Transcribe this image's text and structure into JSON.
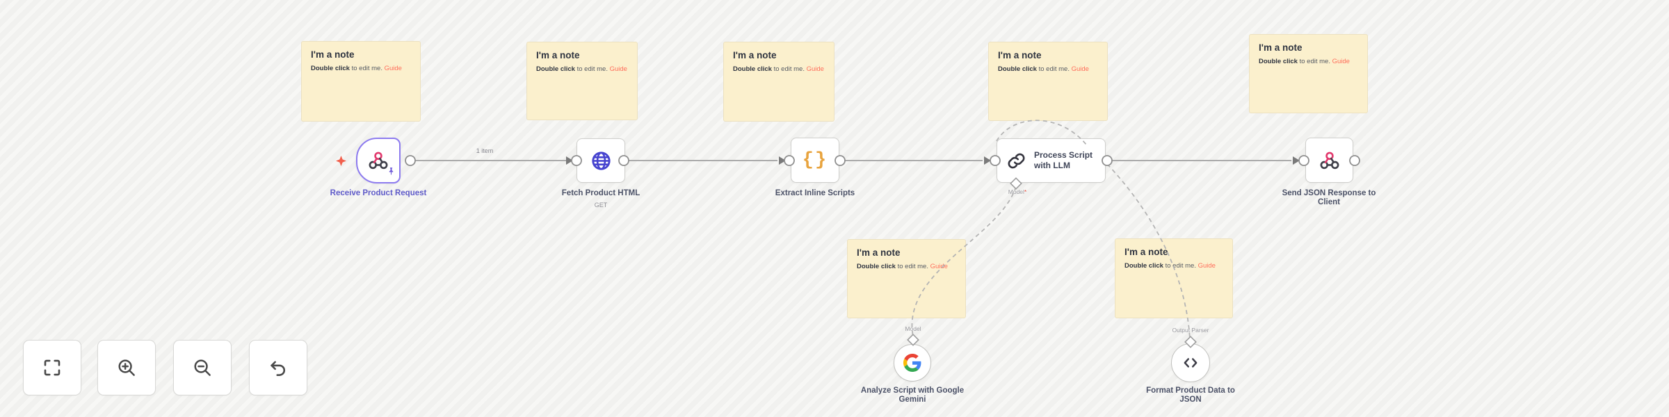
{
  "note": {
    "title": "I'm a note",
    "body_bold": "Double click",
    "body_rest": " to edit me. ",
    "link": "Guide"
  },
  "nodes": {
    "receive": {
      "label": "Receive Product Request"
    },
    "fetch": {
      "label": "Fetch Product HTML",
      "method": "GET"
    },
    "extract": {
      "label": "Extract Inline Scripts"
    },
    "process": {
      "label": "Process Script with LLM"
    },
    "respond": {
      "label": "Send JSON Response to Client"
    },
    "gemini": {
      "label": "Analyze Script with Google Gemini"
    },
    "format": {
      "label": "Format Product Data to JSON"
    }
  },
  "connections": {
    "first_label": "1 item"
  },
  "endpoints": {
    "model": "Model",
    "asterisk": "*",
    "output_parser": "Output Parser"
  },
  "glyphs": {
    "braces": "{}"
  },
  "icons": {
    "trigger": "webhook-icon",
    "fetch": "globe-icon",
    "extract": "curly-braces-icon",
    "process": "chain-link-icon",
    "respond": "webhook-icon",
    "gemini": "google-g-icon",
    "format": "code-brackets-icon",
    "pinned": "pushpin-icon",
    "trigger_hint": "spark-icon",
    "toolbar": [
      "fit-view-icon",
      "zoom-in-icon",
      "zoom-out-icon",
      "undo-icon"
    ]
  },
  "colors": {
    "canvas": "#f1f1ef",
    "sticky": "#fbf0cd",
    "sticky_link": "#ff6d5a",
    "selected_node": "#8d7bef",
    "pin": "#6f5bd7",
    "spark": "#f2604d",
    "globe": "#4643cf",
    "braces": "#e8a33d",
    "connection": "#ababab"
  }
}
